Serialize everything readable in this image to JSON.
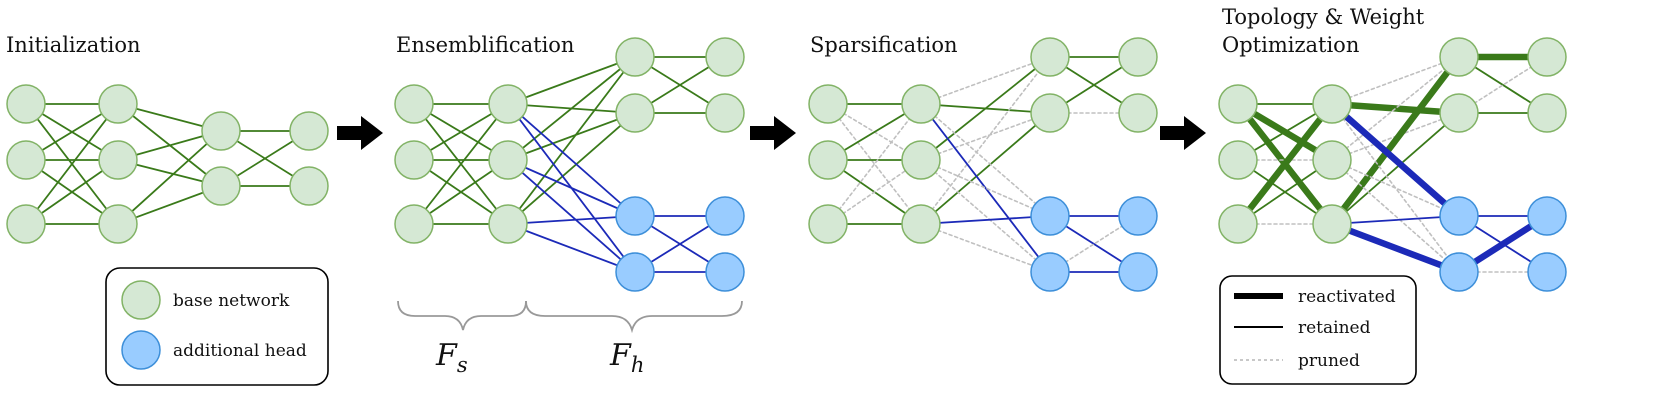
{
  "colors": {
    "base_fill": "#d5e8d4",
    "base_stroke": "#82b366",
    "head_fill": "#99ccff",
    "head_stroke": "#3d8fd9",
    "green_edge": "#3a7a1a",
    "blue_edge": "#1c2ab8",
    "pruned_edge": "#c0c0c0",
    "arrow": "#000000"
  },
  "panels": [
    {
      "id": "init",
      "title_lines": [
        "Initialization"
      ]
    },
    {
      "id": "ensemble",
      "title_lines": [
        "Ensemblification"
      ]
    },
    {
      "id": "sparse",
      "title_lines": [
        "Sparsification"
      ]
    },
    {
      "id": "opt",
      "title_lines": [
        "Topology & Weight",
        "Optimization"
      ]
    }
  ],
  "legend_nodes": {
    "base": "base network",
    "head": "additional head"
  },
  "legend_edges": {
    "reactivated": "reactivated",
    "retained": "retained",
    "pruned": "pruned"
  },
  "brace_labels": {
    "shared": {
      "main": "F",
      "sub": "s"
    },
    "head": {
      "main": "F",
      "sub": "h"
    }
  },
  "arrow_icon": "right-arrow-icon"
}
